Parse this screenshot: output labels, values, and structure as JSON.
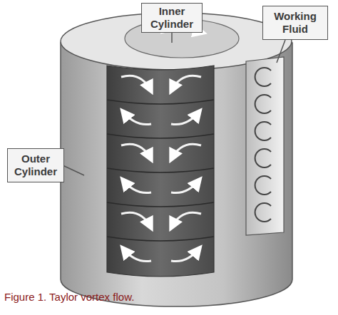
{
  "diagram": {
    "caption": "Figure 1. Taylor vortex flow.",
    "nodes": [
      {
        "text": [
          "Inner Cylinder"
        ]
      },
      {
        "text": [
          "Working Fluid"
        ]
      },
      {
        "text": [
          "Outer Cylinder"
        ]
      }
    ]
  }
}
